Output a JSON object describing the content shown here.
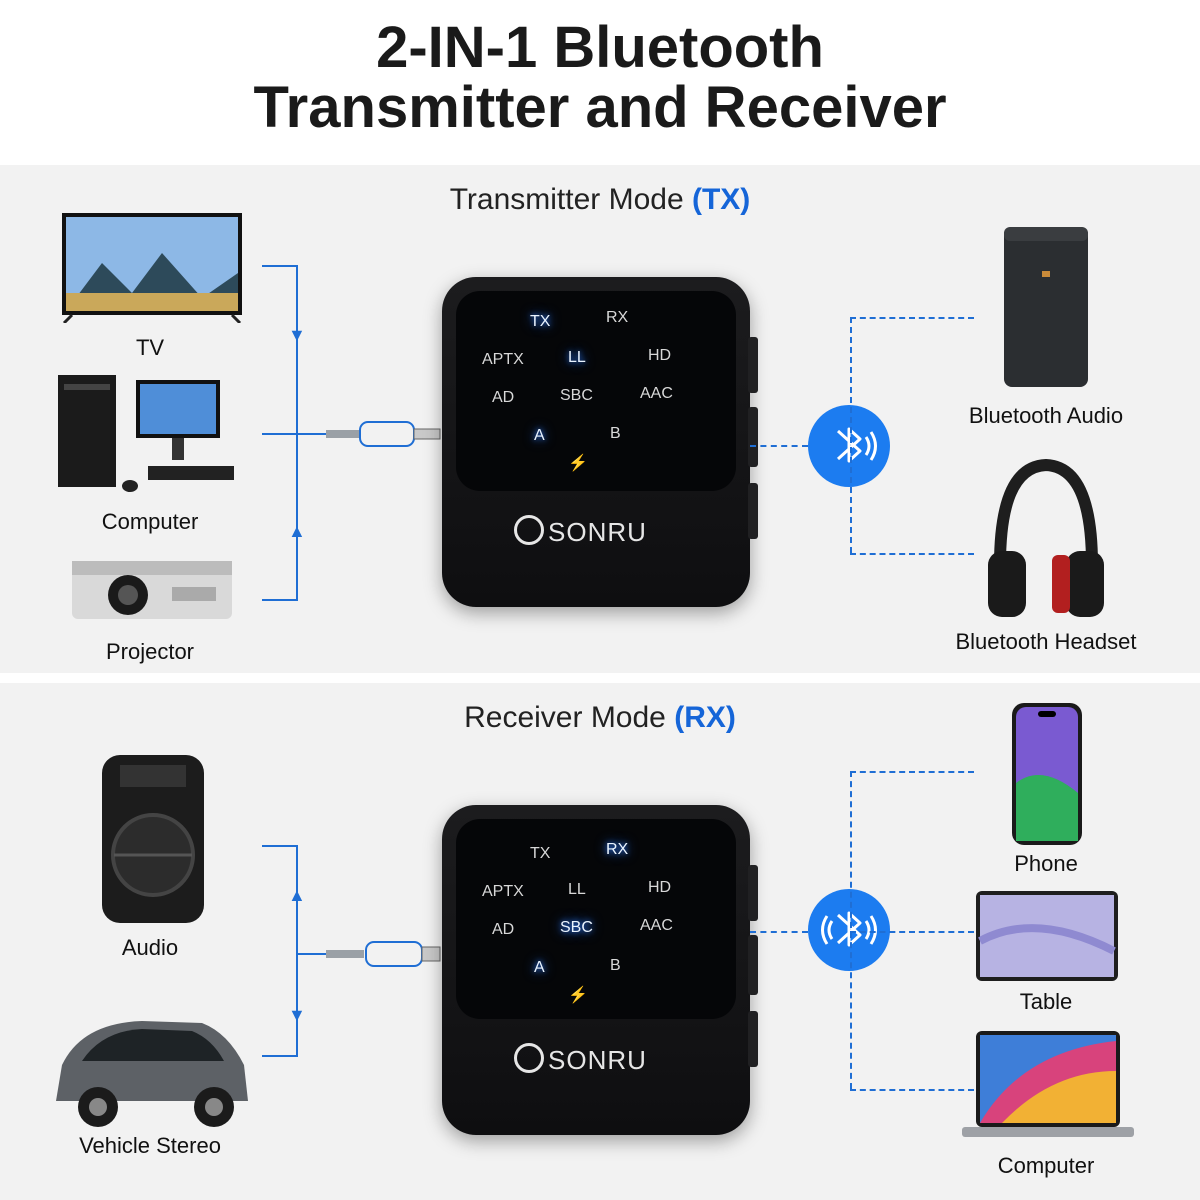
{
  "title_line1": "2-IN-1 Bluetooth",
  "title_line2": "Transmitter and Receiver",
  "tx": {
    "mode_text": "Transmitter Mode",
    "mode_code": "(TX)",
    "sources": [
      "TV",
      "Computer",
      "Projector"
    ],
    "outputs": [
      "Bluetooth Audio",
      "Bluetooth Headset"
    ]
  },
  "rx": {
    "mode_text": "Receiver Mode",
    "mode_code": "(RX)",
    "targets": [
      "Audio",
      "Vehicle Stereo"
    ],
    "inputs": [
      "Phone",
      "Table",
      "Computer"
    ]
  },
  "device": {
    "indicators": [
      "TX",
      "RX",
      "APTX",
      "LL",
      "HD",
      "AD",
      "SBC",
      "AAC",
      "A",
      "B"
    ],
    "tx_lit": [
      "TX",
      "LL",
      "A"
    ],
    "rx_lit": [
      "RX",
      "SBC",
      "A"
    ],
    "brand": "SONRU"
  },
  "colors": {
    "accent": "#1565d8",
    "bluetooth": "#1c7cf0",
    "panel": "#f2f2f2"
  }
}
